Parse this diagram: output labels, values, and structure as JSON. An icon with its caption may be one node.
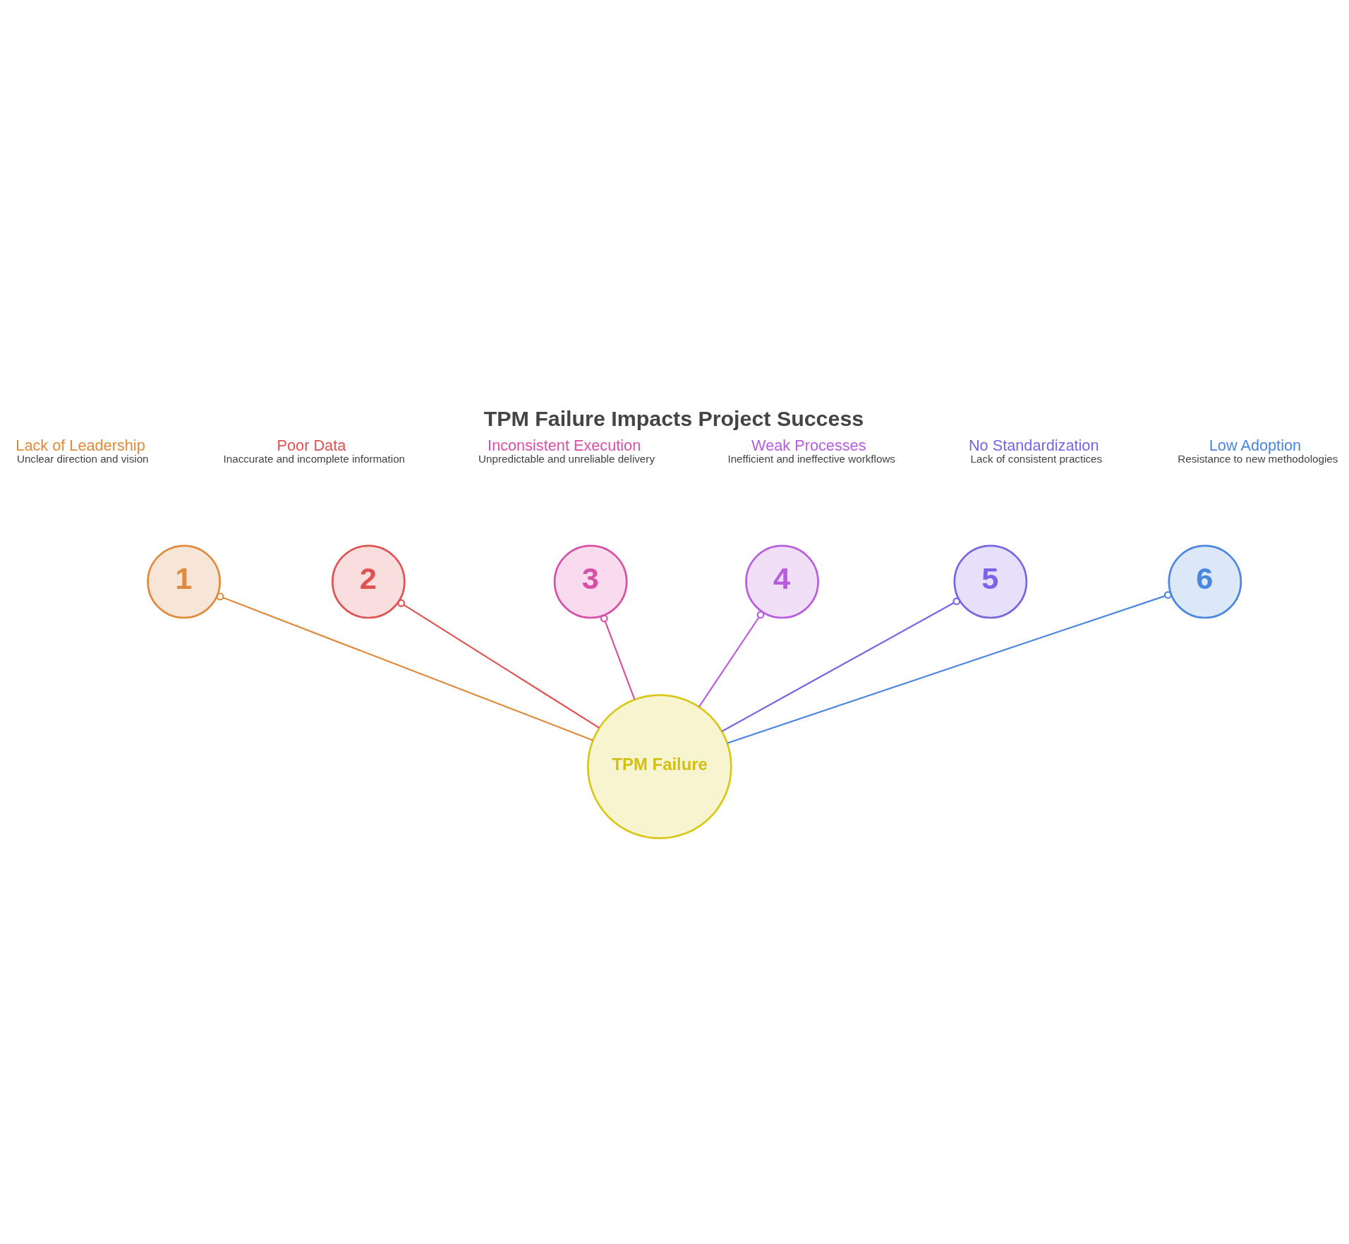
{
  "diagram": {
    "title": "TPM Failure Impacts Project Success",
    "nodes": [
      {
        "text": [
          "TPM Failure"
        ]
      },
      {
        "text": [
          "1"
        ],
        "beside": [
          "Lack of Leadership",
          "Unclear direction and vision"
        ]
      },
      {
        "text": [
          "2"
        ],
        "beside": [
          "Poor Data",
          "Inaccurate and incomplete information"
        ]
      },
      {
        "text": [
          "3"
        ],
        "beside": [
          "Inconsistent Execution",
          "Unpredictable and unreliable delivery"
        ]
      },
      {
        "text": [
          "4"
        ],
        "beside": [
          "Weak Processes",
          "Inefficient and ineffective workflows"
        ]
      },
      {
        "text": [
          "5"
        ],
        "beside": [
          "No Standardization",
          "Lack of consistent practices"
        ]
      },
      {
        "text": [
          "6"
        ],
        "beside": [
          "Low Adoption",
          "Resistance to new methodologies"
        ]
      }
    ],
    "edges": [
      {
        "from": 0,
        "to": 1,
        "arrow": "other",
        "color": "#e08a3c"
      },
      {
        "from": 0,
        "to": 2,
        "arrow": "other",
        "color": "#e05252"
      },
      {
        "from": 0,
        "to": 3,
        "arrow": "other",
        "color": "#d94fa6"
      },
      {
        "from": 0,
        "to": 4,
        "arrow": "other",
        "color": "#b85ce0"
      },
      {
        "from": 0,
        "to": 5,
        "arrow": "other",
        "color": "#7b63e6"
      },
      {
        "from": 0,
        "to": 6,
        "arrow": "other",
        "color": "#4a86e0"
      }
    ]
  }
}
